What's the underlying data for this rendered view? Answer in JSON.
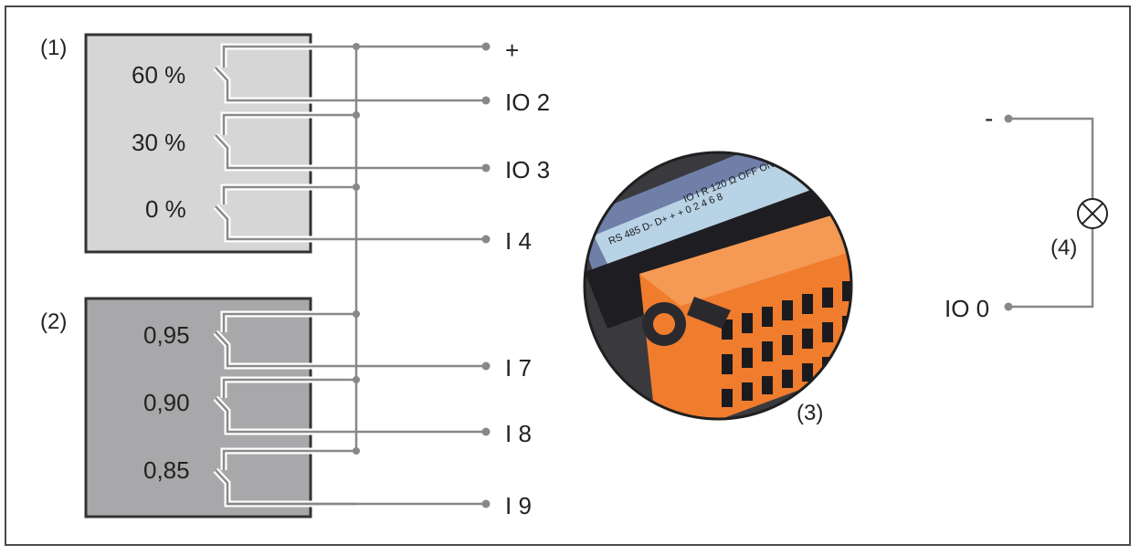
{
  "relay_group_1": {
    "tag": "(1)",
    "settings": [
      "60 %",
      "30 %",
      "0 %"
    ]
  },
  "relay_group_2": {
    "tag": "(2)",
    "settings": [
      "0,95",
      "0,90",
      "0,85"
    ]
  },
  "terminals_left": [
    "+",
    "IO 2",
    "IO 3",
    "I 4",
    "I 7",
    "I 8",
    "I 9"
  ],
  "connector": {
    "tag": "(3)",
    "printed_labels": [
      "RS 485",
      "D-",
      "D+",
      "IO",
      "I",
      "R 120 Ω",
      "OFF ON"
    ]
  },
  "load_circuit": {
    "tag": "(4)",
    "terminal_top": "-",
    "terminal_bottom": "IO 0",
    "symbol": "lamp-icon"
  },
  "colors": {
    "box1_fill": "#d6d6d7",
    "box2_fill": "#a8a8aa",
    "wire": "#888888",
    "connector_orange": "#f07c2e"
  }
}
